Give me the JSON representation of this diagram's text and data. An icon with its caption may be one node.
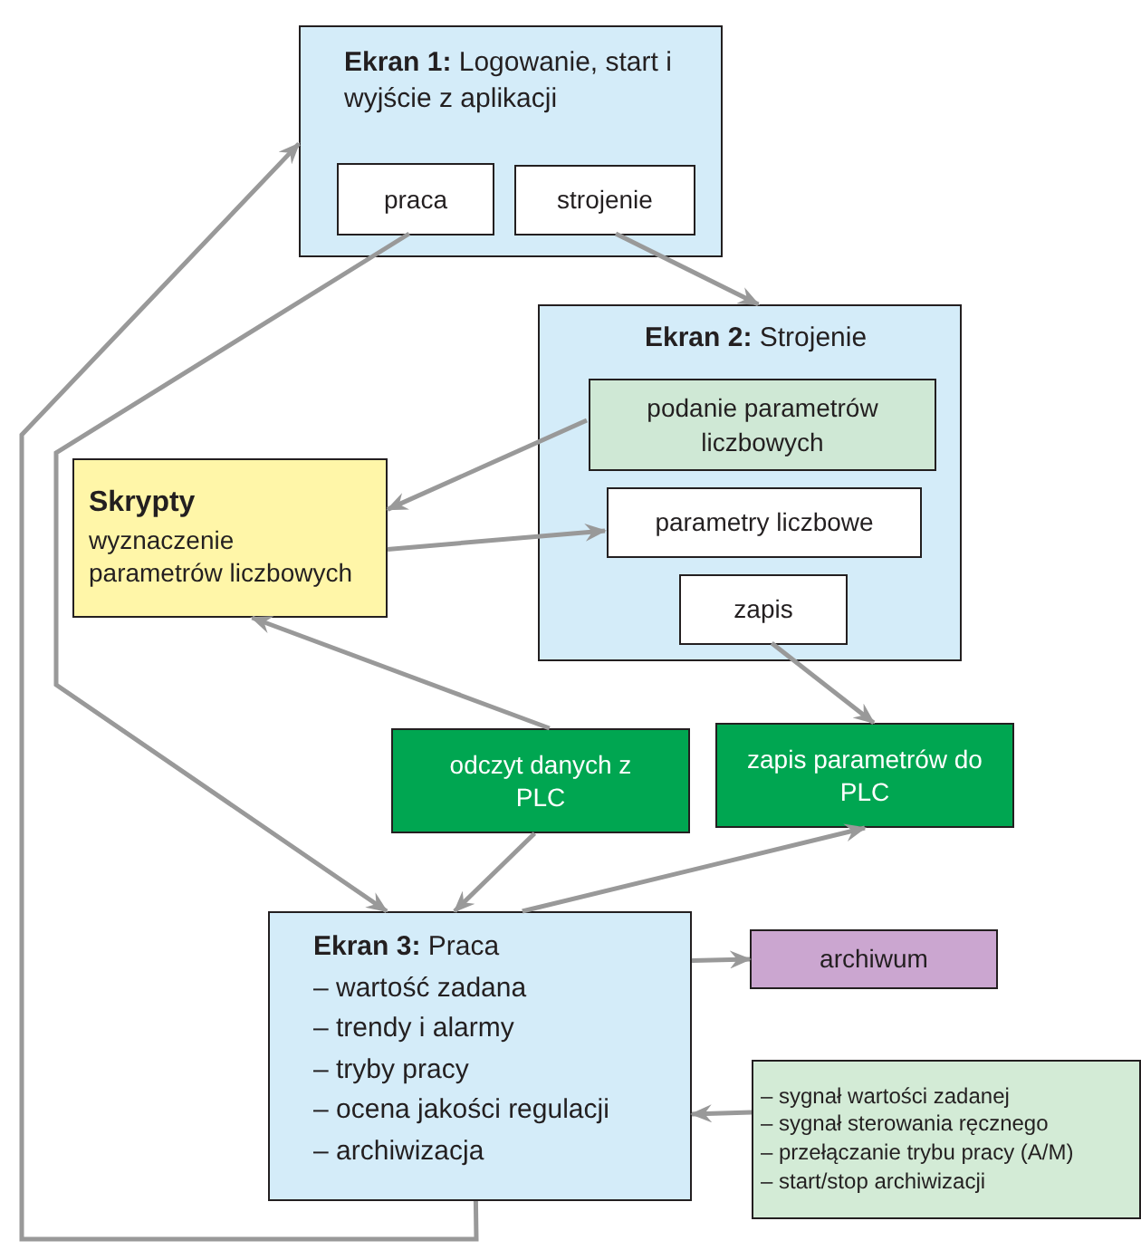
{
  "diagram": {
    "nodes": [
      {
        "text": [
          "**Ekran 1:** Logowanie, start i wyjście z aplikacji"
        ]
      },
      {
        "text": [
          "praca"
        ],
        "in": 0
      },
      {
        "text": [
          "strojenie"
        ],
        "in": 0
      },
      {
        "text": [
          "**Ekran 2:** Strojenie"
        ]
      },
      {
        "text": [
          "podanie parametrów liczbowych"
        ],
        "in": 3
      },
      {
        "text": [
          "parametry liczbowe"
        ],
        "in": 3
      },
      {
        "text": [
          "zapis"
        ],
        "in": 3
      },
      {
        "text": [
          "**Skrypty**",
          "wyznaczenie parametrów liczbowych"
        ]
      },
      {
        "text": [
          "odczyt danych z PLC"
        ]
      },
      {
        "text": [
          "zapis parametrów do PLC"
        ]
      },
      {
        "text": [
          "**Ekran 3:** Praca",
          "– wartość zadana",
          "– trendy i alarmy",
          "– tryby pracy",
          "– ocena jakości regulacji",
          "– archiwizacja"
        ]
      },
      {
        "text": [
          "archiwum"
        ]
      },
      {
        "text": [
          "– sygnał wartości zadanej",
          "– sygnał sterowania ręcznego",
          "– przełączanie trybu pracy (A/M)",
          "– start/stop archiwizacji"
        ]
      }
    ],
    "edges": [
      {
        "from": 10,
        "to": 0,
        "arrow": "to"
      },
      {
        "from": 1,
        "to": 10,
        "arrow": "to"
      },
      {
        "from": 2,
        "to": 3,
        "arrow": "to"
      },
      {
        "from": 4,
        "to": 7,
        "arrow": "to"
      },
      {
        "from": 7,
        "to": 5,
        "arrow": "to"
      },
      {
        "from": 6,
        "to": 9,
        "arrow": "to"
      },
      {
        "from": 8,
        "to": 7,
        "arrow": "to"
      },
      {
        "from": 8,
        "to": 10,
        "arrow": "to"
      },
      {
        "from": 10,
        "to": 9,
        "arrow": "to"
      },
      {
        "from": 10,
        "to": 11,
        "arrow": "to"
      },
      {
        "from": 12,
        "to": 10,
        "arrow": "to"
      }
    ]
  }
}
